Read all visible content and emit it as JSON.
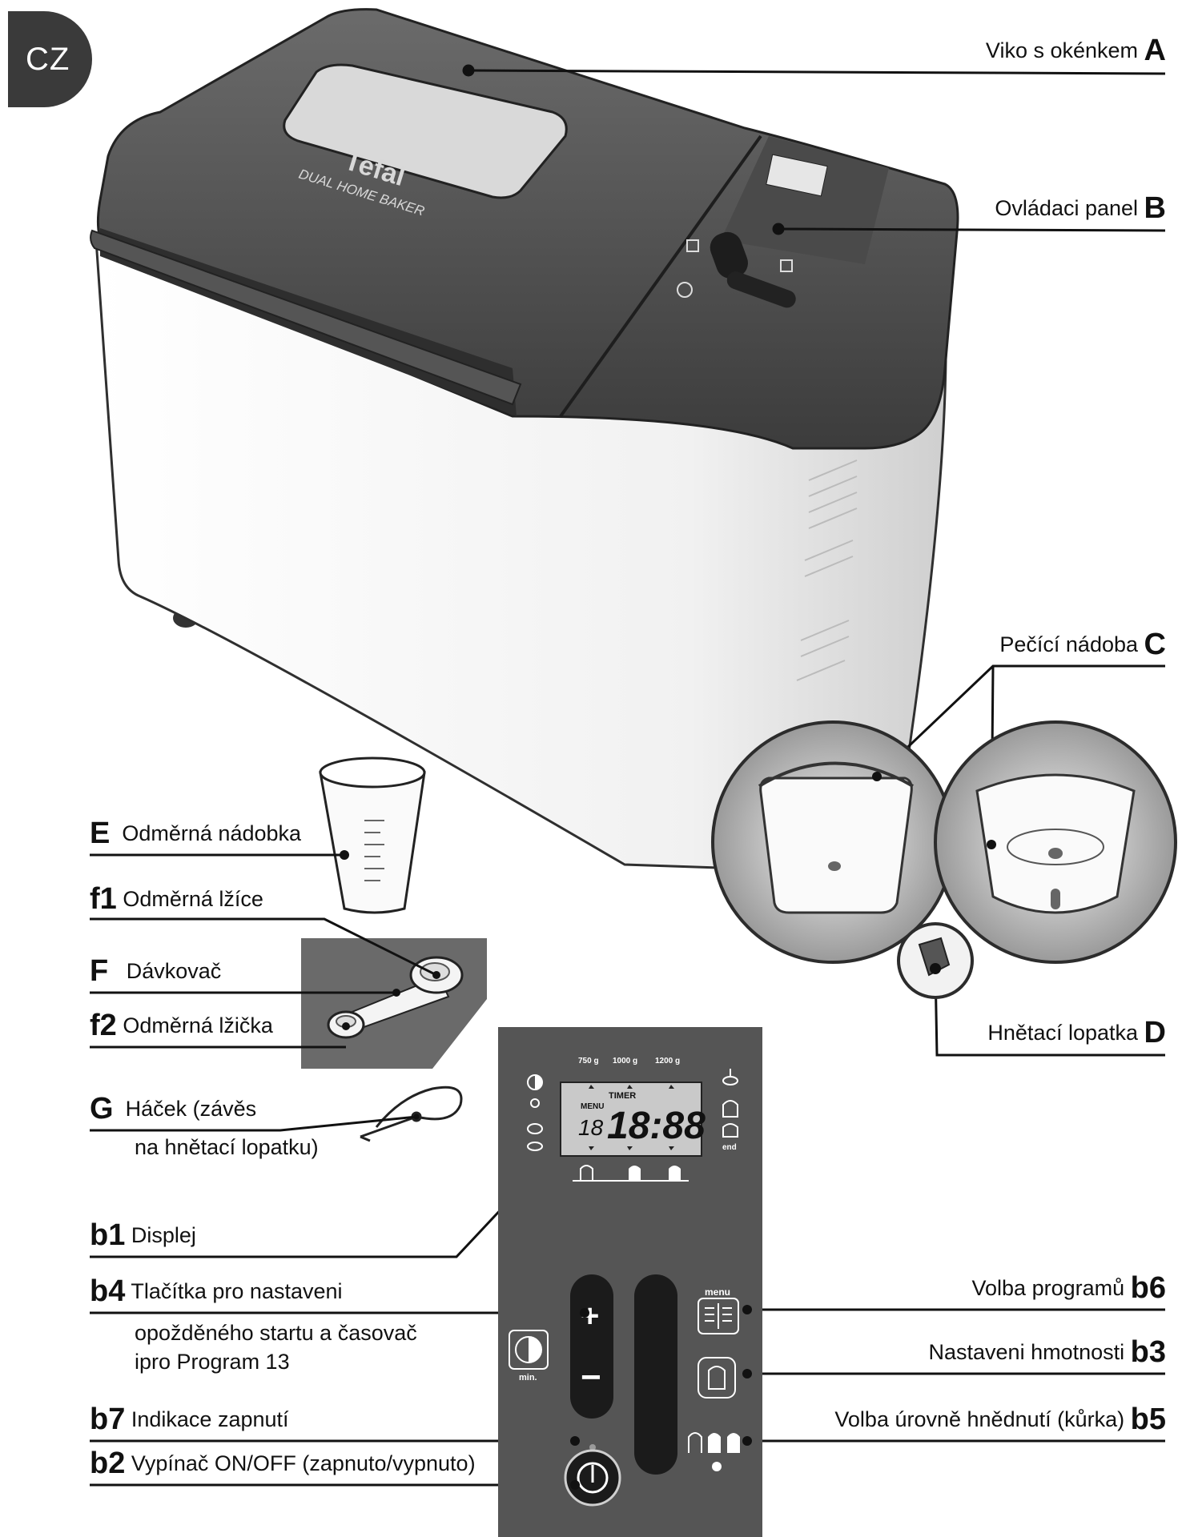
{
  "language_tab": "CZ",
  "brand": {
    "logo": "Tefal",
    "model": "DUAL HOME BAKER"
  },
  "labels": {
    "A": {
      "letter": "A",
      "text": "Viko s okénkem"
    },
    "B": {
      "letter": "B",
      "text": "Ovládaci panel"
    },
    "C": {
      "letter": "C",
      "text": "Pečící nádoba"
    },
    "D": {
      "letter": "D",
      "text": "Hnětací lopatka"
    },
    "E": {
      "letter": "E",
      "text": "Odměrná nádobka"
    },
    "f1": {
      "letter": "f1",
      "text": "Odměrná lžíce"
    },
    "F": {
      "letter": "F",
      "text": "Dávkovač"
    },
    "f2": {
      "letter": "f2",
      "text": "Odměrná lžička"
    },
    "G": {
      "letter": "G",
      "line1": "Háček (závěs",
      "line2": "na hnětací lopatku)"
    },
    "b1": {
      "letter": "b1",
      "text": "Displej"
    },
    "b4": {
      "letter": "b4",
      "line1": "Tlačítka pro nastaveni",
      "line2": "opožděného startu a časovač",
      "line3": "ipro Program 13"
    },
    "b7": {
      "letter": "b7",
      "text": "Indikace zapnutí"
    },
    "b2": {
      "letter": "b2",
      "text": "Vypínač ON/OFF (zapnuto/vypnuto)"
    },
    "b6": {
      "letter": "b6",
      "text": "Volba programů"
    },
    "b3": {
      "letter": "b3",
      "text": "Nastaveni hmotnosti"
    },
    "b5": {
      "letter": "b5",
      "text": "Volba úrovně hnědnutí (kůrka)"
    }
  },
  "panel": {
    "weights": [
      "750 g",
      "1000 g",
      "1200 g"
    ],
    "menu_label": "MENU",
    "timer_label": "TIMER",
    "program_number": "18",
    "time": "18:88",
    "menu_button_label": "menu",
    "min_label": "min.",
    "end_label": "end",
    "plus": "+",
    "minus": "−"
  }
}
